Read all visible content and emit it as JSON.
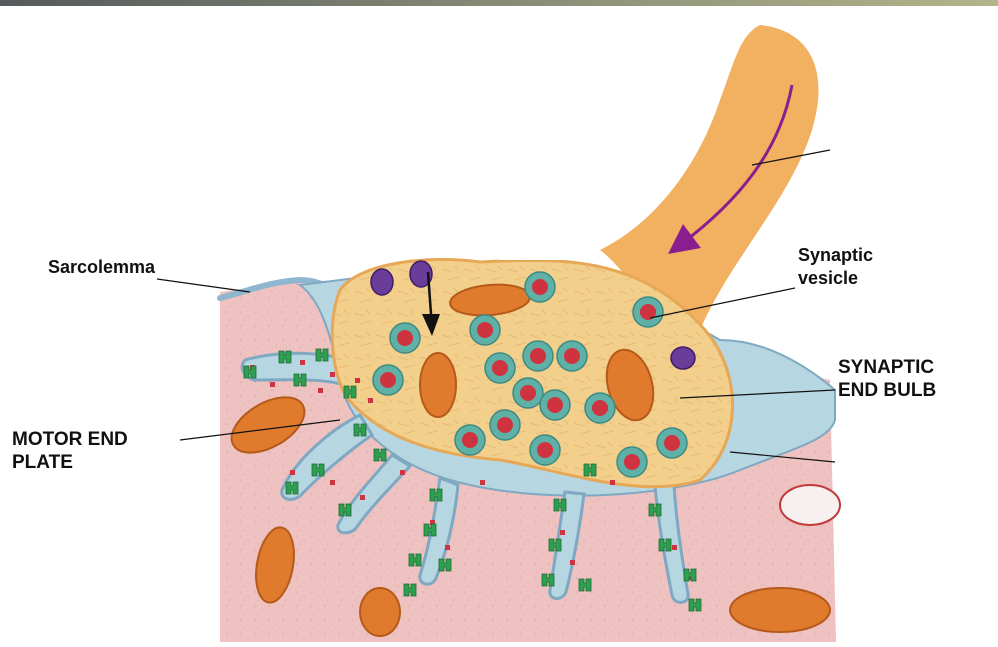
{
  "labels": {
    "sarcolemma": "Sarcolemma",
    "synaptic_vesicle": "Synaptic\nvesicle",
    "synaptic_end_bulb": "SYNAPTIC\nEND BULB",
    "motor_end_plate": "MOTOR END\nPLATE"
  },
  "colors": {
    "axon": "#f2b061",
    "bulb_fill": "#f3cf8c",
    "cleft": "#b6d6e2",
    "muscle": "#efc2c2",
    "vesicle": "#5fb0a6",
    "neurotransmitter": "#cf3340",
    "receptor": "#2e9e4f",
    "mitochondrion": "#e07a2c",
    "calcium_channel": "#6a3d9a",
    "nerve_impulse_arrow": "#8b1e8f"
  }
}
